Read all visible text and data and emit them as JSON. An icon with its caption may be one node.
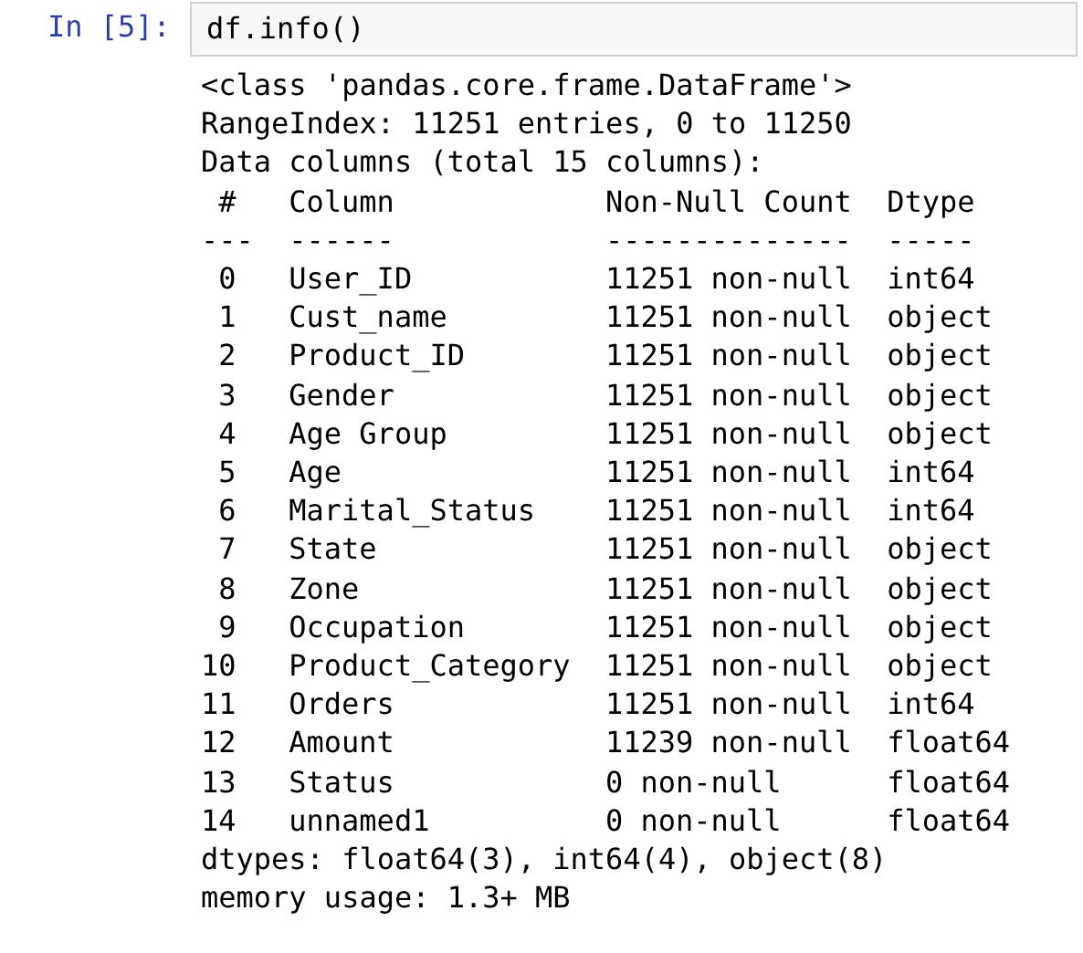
{
  "diagram": {
    "labels": [
      "In [5]:",
      "df.info()",
      "<class 'pandas.core.frame.DataFrame'>",
      "RangeIndex: 11251 entries, 0 to 11250",
      "Data columns (total 15 columns):",
      "#",
      "Column",
      "Non-Null Count",
      "Dtype",
      "---",
      "------",
      "--------------",
      "-----",
      "0",
      "User_ID",
      "11251 non-null",
      "int64",
      "1",
      "Cust_name",
      "11251 non-null",
      "object",
      "2",
      "Product_ID",
      "11251 non-null",
      "object",
      "3",
      "Gender",
      "11251 non-null",
      "object",
      "4",
      "Age Group",
      "11251 non-null",
      "object",
      "5",
      "Age",
      "11251 non-null",
      "int64",
      "6",
      "Marital_Status",
      "11251 non-null",
      "int64",
      "7",
      "State",
      "11251 non-null",
      "object",
      "8",
      "Zone",
      "11251 non-null",
      "object",
      "9",
      "Occupation",
      "11251 non-null",
      "object",
      "10",
      "Product_Category",
      "11251 non-null",
      "object",
      "11",
      "Orders",
      "11251 non-null",
      "int64",
      "12",
      "Amount",
      "11239 non-null",
      "float64",
      "13",
      "Status",
      "0 non-null",
      "float64",
      "14",
      "unnamed1",
      "0 non-null",
      "float64",
      "dtypes: float64(3), int64(4), object(8)",
      "memory usage: 1.3+ MB"
    ]
  }
}
